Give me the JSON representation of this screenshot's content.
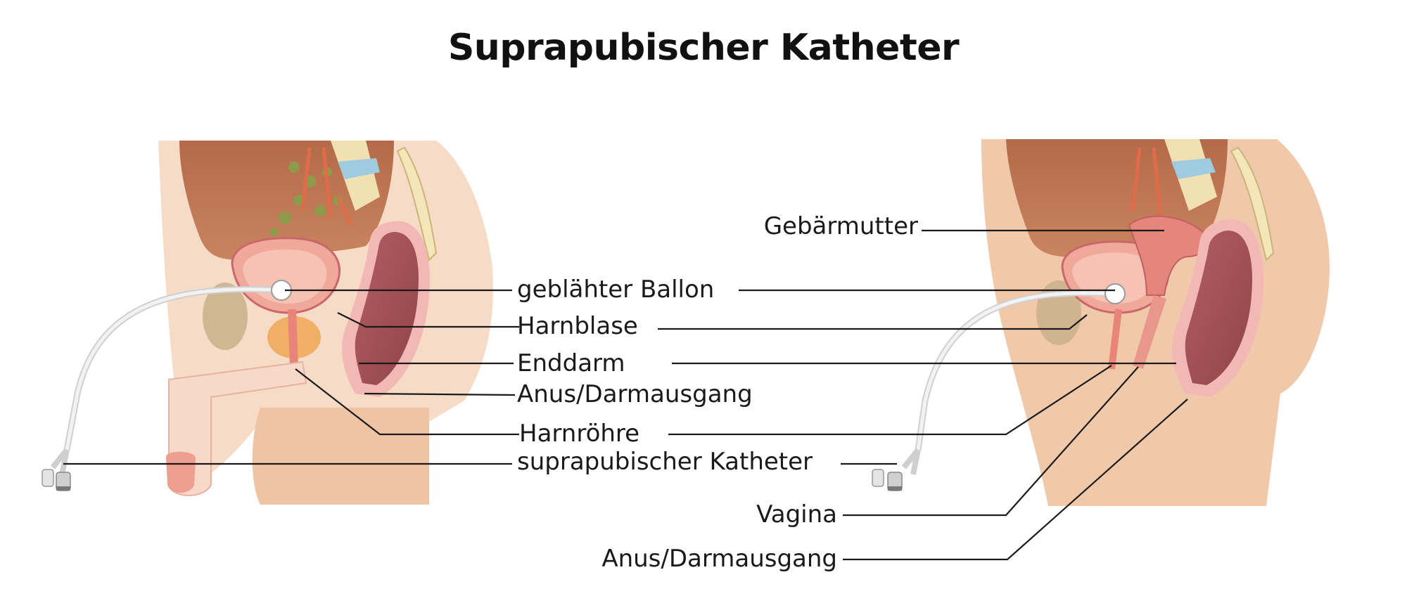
{
  "title": "Suprapubischer Katheter",
  "male": {
    "labels": {
      "balloon": "geblähter Ballon",
      "bladder": "Harnblase",
      "rectum": "Enddarm",
      "anus": "Anus/Darmausgang",
      "urethra": "Harnröhre",
      "catheter": "suprapubischer Katheter"
    }
  },
  "female": {
    "labels": {
      "uterus": "Gebärmutter",
      "vagina": "Vagina",
      "anus": "Anus/Darmausgang"
    }
  },
  "colors": {
    "skin": "#f3cfb3",
    "skin_light": "#f9e7da",
    "abdomen": "#b9714f",
    "bladder": "#e88d85",
    "rectum": "#a9565a",
    "bone": "#f4e6b8",
    "disc": "#9fcbe0",
    "catheter": "#e6e6e6",
    "prostate": "#f1a95b"
  }
}
